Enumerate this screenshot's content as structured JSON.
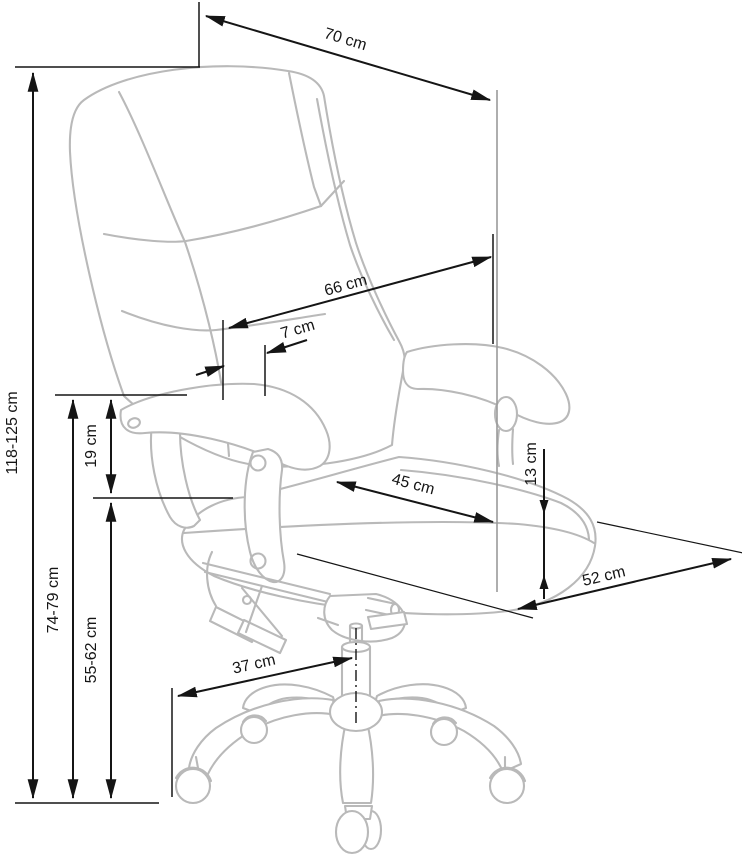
{
  "diagram": {
    "subject": "office-chair-dimension-drawing",
    "unit": "cm",
    "colors": {
      "chair_line": "#b9b9b9",
      "dimension_line": "#151515",
      "background": "#ffffff"
    }
  },
  "dimensions": {
    "d70": {
      "label": "70 cm"
    },
    "d66": {
      "label": "66 cm"
    },
    "d7": {
      "label": "7 cm"
    },
    "d118": {
      "label": "118-125 cm"
    },
    "d74": {
      "label": "74-79 cm"
    },
    "d19": {
      "label": "19 cm"
    },
    "d55": {
      "label": "55-62 cm"
    },
    "d45": {
      "label": "45 cm"
    },
    "d13": {
      "label": "13 cm"
    },
    "d52": {
      "label": "52 cm"
    },
    "d37": {
      "label": "37 cm"
    }
  }
}
